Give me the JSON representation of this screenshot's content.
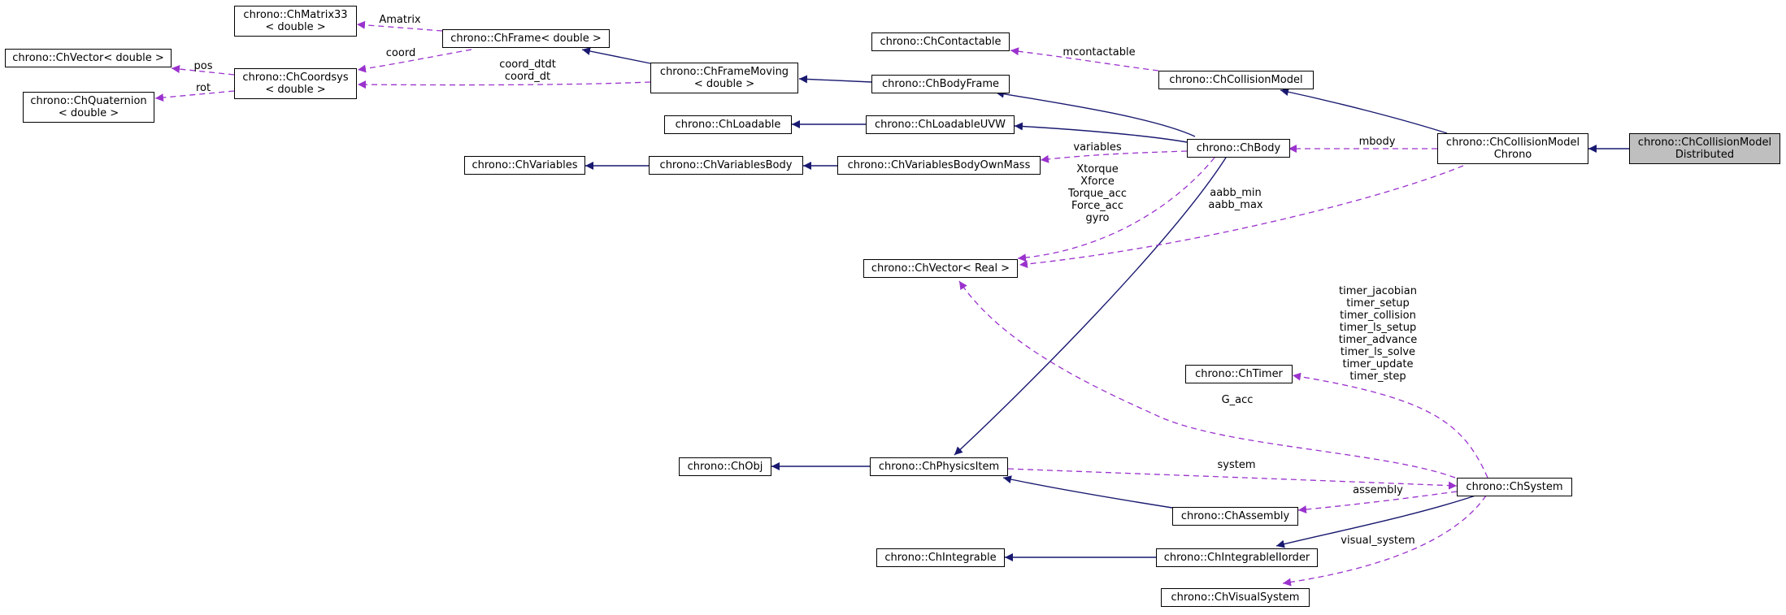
{
  "nodes": {
    "matrix33": [
      "chrono::ChMatrix33",
      "< double >"
    ],
    "chframe": [
      "chrono::ChFrame< double >"
    ],
    "chvector_double": [
      "chrono::ChVector< double >"
    ],
    "coordsys": [
      "chrono::ChCoordsys",
      "< double >"
    ],
    "quaternion": [
      "chrono::ChQuaternion",
      "< double >"
    ],
    "framemoving": [
      "chrono::ChFrameMoving",
      "< double >"
    ],
    "bodyframe": [
      "chrono::ChBodyFrame"
    ],
    "contactable": [
      "chrono::ChContactable"
    ],
    "collisionmodel": [
      "chrono::ChCollisionModel"
    ],
    "loadable": [
      "chrono::ChLoadable"
    ],
    "loadableuvw": [
      "chrono::ChLoadableUVW"
    ],
    "body": [
      "chrono::ChBody"
    ],
    "cmchrono": [
      "chrono::ChCollisionModel",
      "Chrono"
    ],
    "cmdistributed": [
      "chrono::ChCollisionModel",
      "Distributed"
    ],
    "variables": [
      "chrono::ChVariables"
    ],
    "variablesbody": [
      "chrono::ChVariablesBody"
    ],
    "varbodyownmass": [
      "chrono::ChVariablesBodyOwnMass"
    ],
    "chvector_real": [
      "chrono::ChVector< Real >"
    ],
    "timer": [
      "chrono::ChTimer"
    ],
    "obj": [
      "chrono::ChObj"
    ],
    "physicsitem": [
      "chrono::ChPhysicsItem"
    ],
    "system": [
      "chrono::ChSystem"
    ],
    "assembly": [
      "chrono::ChAssembly"
    ],
    "integrable": [
      "chrono::ChIntegrable"
    ],
    "integrableiiorder": [
      "chrono::ChIntegrableIIorder"
    ],
    "visualsystem": [
      "chrono::ChVisualSystem"
    ]
  },
  "edge_labels": {
    "amatrix": [
      "Amatrix"
    ],
    "coord": [
      "coord"
    ],
    "pos": [
      "pos"
    ],
    "rot": [
      "rot"
    ],
    "coord_dt": [
      "coord_dtdt",
      "coord_dt"
    ],
    "mcontactable": [
      "mcontactable"
    ],
    "variables": [
      "variables"
    ],
    "mbody": [
      "mbody"
    ],
    "body_vectors": [
      "Xtorque",
      "Xforce",
      "Torque_acc",
      "Force_acc",
      "gyro"
    ],
    "aabb": [
      "aabb_min",
      "aabb_max"
    ],
    "timers": [
      "timer_jacobian",
      "timer_setup",
      "timer_collision",
      "timer_ls_setup",
      "timer_advance",
      "timer_ls_solve",
      "timer_update",
      "timer_step"
    ],
    "g_acc": [
      "G_acc"
    ],
    "system": [
      "system"
    ],
    "assembly": [
      "assembly"
    ],
    "visual_system": [
      "visual_system"
    ]
  },
  "colors": {
    "inheritance": "#191970",
    "usage": "#9a32cd",
    "focus_fill": "#bfbfbf"
  }
}
